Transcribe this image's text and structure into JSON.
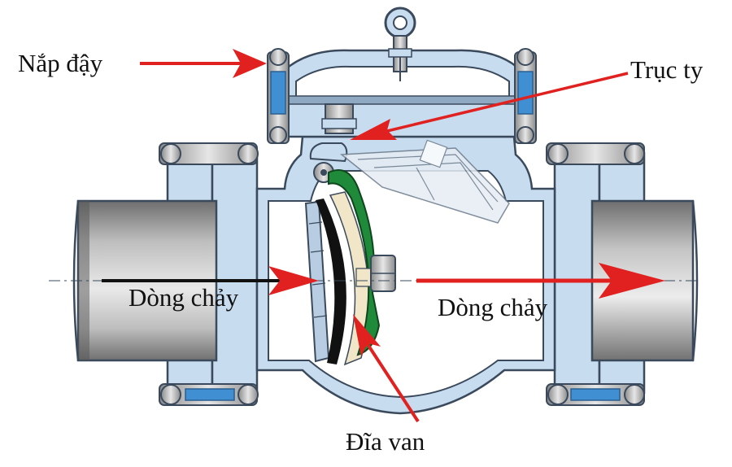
{
  "labels": {
    "cap": "Nắp đậy",
    "shaft": "Trục ty",
    "flow_in": "Dòng chảy",
    "flow_out": "Dòng chảy",
    "disc": "Đĩa van"
  },
  "colors": {
    "body_fill": "#c8dcef",
    "body_stroke": "#3a4a5c",
    "pipe_bore": "#a9a9a9",
    "disc_green": "#1f8a3a",
    "disc_face": "#f1e6c8",
    "bolt_blue": "#3f8fd2",
    "arrow_red": "#e0211f",
    "arrow_black": "#111111"
  }
}
